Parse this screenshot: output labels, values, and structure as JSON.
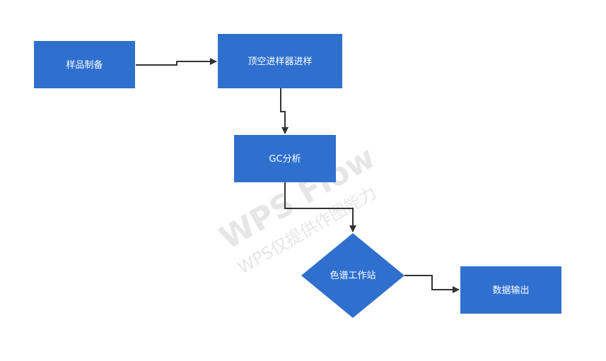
{
  "colors": {
    "node_fill": "#2f70ce",
    "node_text": "#ffffff",
    "edge": "#333333",
    "watermark": "#e6e6e6"
  },
  "nodes": {
    "sample_prep": {
      "label": "样品制备",
      "shape": "rect"
    },
    "headspace": {
      "label": "顶空进样器进样",
      "shape": "rect"
    },
    "gc": {
      "label": "GC分析",
      "shape": "rect"
    },
    "workstation": {
      "label": "色谱工作站",
      "shape": "diamond"
    },
    "output": {
      "label": "数据输出",
      "shape": "rect"
    }
  },
  "edges": [
    {
      "from": "sample_prep",
      "to": "headspace"
    },
    {
      "from": "headspace",
      "to": "gc"
    },
    {
      "from": "gc",
      "to": "workstation"
    },
    {
      "from": "workstation",
      "to": "output"
    }
  ],
  "watermark": {
    "line1": "WPS Flow",
    "line2": "WPS仅提供作图能力"
  }
}
